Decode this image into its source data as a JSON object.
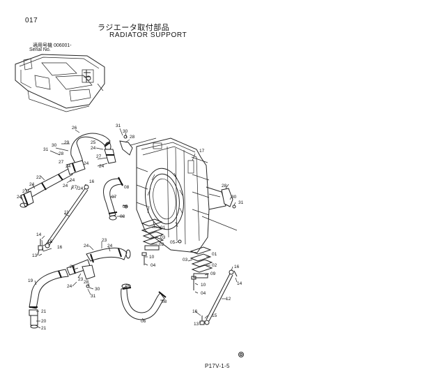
{
  "header": {
    "page_number": "017",
    "title_jp": "ラジエータ取付部品",
    "title_en": "RADIATOR SUPPORT",
    "serial_jp": "適用号機  006001-",
    "serial_en": "Serial No."
  },
  "footer": {
    "code": "P17V-1-5"
  },
  "callouts": {
    "c31a": "31",
    "c30a": "30",
    "c28a": "28",
    "c26": "26",
    "c29": "29",
    "c24a": "24",
    "c27a": "27",
    "c24b": "24",
    "c31b": "31",
    "c30b": "30",
    "c28b": "28",
    "c25": "25",
    "c24c": "24",
    "c27b": "27",
    "c24d": "24",
    "c22": "22",
    "c24e": "24",
    "c27c": "27",
    "c24f": "24",
    "c24g": "24",
    "c16a": "16",
    "c08a": "08",
    "c07a": "07",
    "c17": "17",
    "c28c": "28",
    "c30c": "30",
    "c31c": "31",
    "c05a": "05",
    "c08b": "08",
    "c11": "11",
    "c14a": "14",
    "c15a": "15",
    "c16b": "16",
    "c13a": "13",
    "c01a": "01",
    "c03a": "03",
    "c02a": "02",
    "c05b": "05",
    "c24h": "24",
    "c23a": "23",
    "c24i": "24",
    "c10a": "10",
    "c04a": "04",
    "c03b": "03",
    "c01b": "01",
    "c02b": "02",
    "c09a": "09",
    "c24j": "24",
    "c23b": "23",
    "c19": "19",
    "c24k": "24",
    "c28d": "28",
    "c30d": "30",
    "c31d": "31",
    "c16c": "16",
    "c14b": "14",
    "c10b": "10",
    "c04b": "04",
    "c09b": "09",
    "c12": "12",
    "c16d": "16",
    "c15b": "15",
    "c13b": "13",
    "c21a": "21",
    "c20": "20",
    "c21b": "21",
    "c08c": "08",
    "c06": "06"
  }
}
